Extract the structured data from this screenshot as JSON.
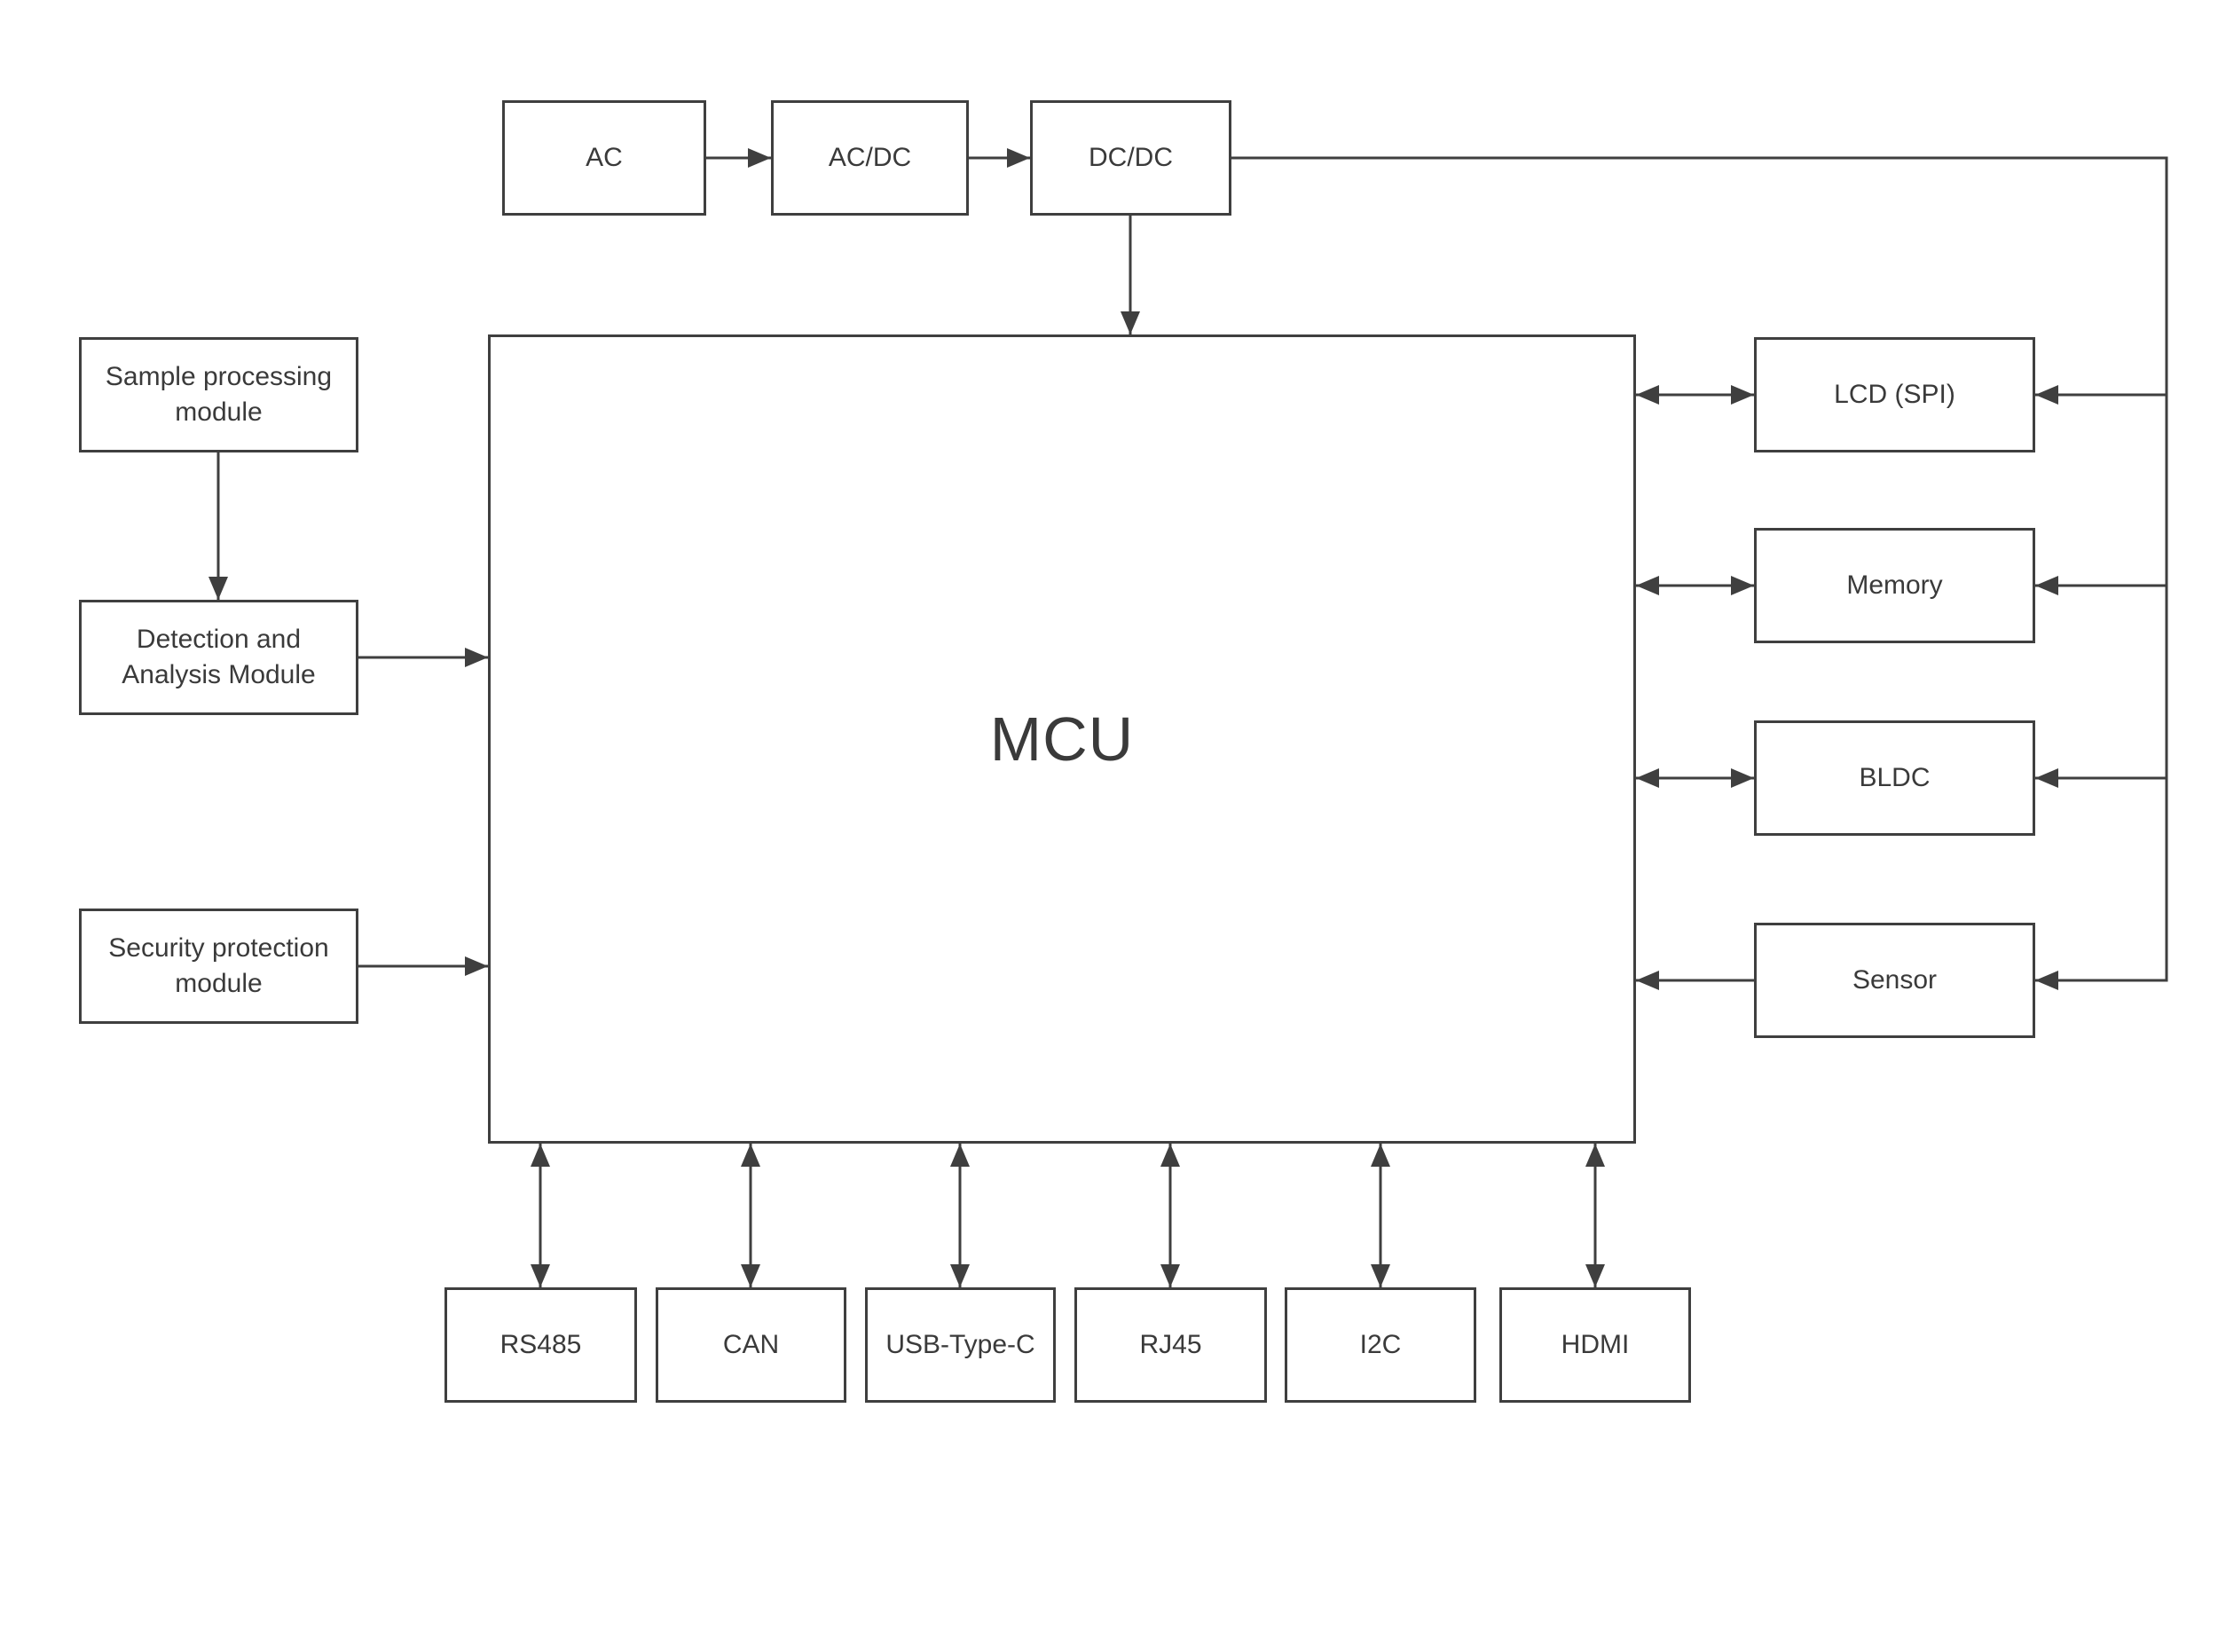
{
  "diagram": {
    "nodes": {
      "ac": "AC",
      "acdc": "AC/DC",
      "dcdc": "DC/DC",
      "mcu": "MCU",
      "sample": "Sample processing module",
      "detection": "Detection and Analysis Module",
      "security": "Security protection module",
      "lcd": "LCD (SPI)",
      "memory": "Memory",
      "bldc": "BLDC",
      "sensor": "Sensor",
      "rs485": "RS485",
      "can": "CAN",
      "usb": "USB-Type-C",
      "rj45": "RJ45",
      "i2c": "I2C",
      "hdmi": "HDMI"
    },
    "colors": {
      "line": "#3f3f3f",
      "text": "#3a3a3a",
      "background": "#ffffff"
    },
    "edges": [
      {
        "from": "ac",
        "to": "acdc",
        "type": "arrow"
      },
      {
        "from": "acdc",
        "to": "dcdc",
        "type": "arrow"
      },
      {
        "from": "dcdc",
        "to": "mcu",
        "type": "arrow"
      },
      {
        "from": "dcdc",
        "to": "lcd",
        "type": "power-arrow"
      },
      {
        "from": "dcdc",
        "to": "memory",
        "type": "power-arrow"
      },
      {
        "from": "dcdc",
        "to": "bldc",
        "type": "power-arrow"
      },
      {
        "from": "dcdc",
        "to": "sensor",
        "type": "power-arrow"
      },
      {
        "from": "mcu",
        "to": "lcd",
        "type": "double-arrow"
      },
      {
        "from": "mcu",
        "to": "memory",
        "type": "double-arrow"
      },
      {
        "from": "mcu",
        "to": "bldc",
        "type": "double-arrow"
      },
      {
        "from": "sensor",
        "to": "mcu",
        "type": "arrow"
      },
      {
        "from": "sample",
        "to": "detection",
        "type": "arrow"
      },
      {
        "from": "detection",
        "to": "mcu",
        "type": "arrow"
      },
      {
        "from": "security",
        "to": "mcu",
        "type": "arrow"
      },
      {
        "from": "mcu",
        "to": "rs485",
        "type": "double-arrow"
      },
      {
        "from": "mcu",
        "to": "can",
        "type": "double-arrow"
      },
      {
        "from": "mcu",
        "to": "usb",
        "type": "double-arrow"
      },
      {
        "from": "mcu",
        "to": "rj45",
        "type": "double-arrow"
      },
      {
        "from": "mcu",
        "to": "i2c",
        "type": "double-arrow"
      },
      {
        "from": "mcu",
        "to": "hdmi",
        "type": "double-arrow"
      }
    ]
  }
}
